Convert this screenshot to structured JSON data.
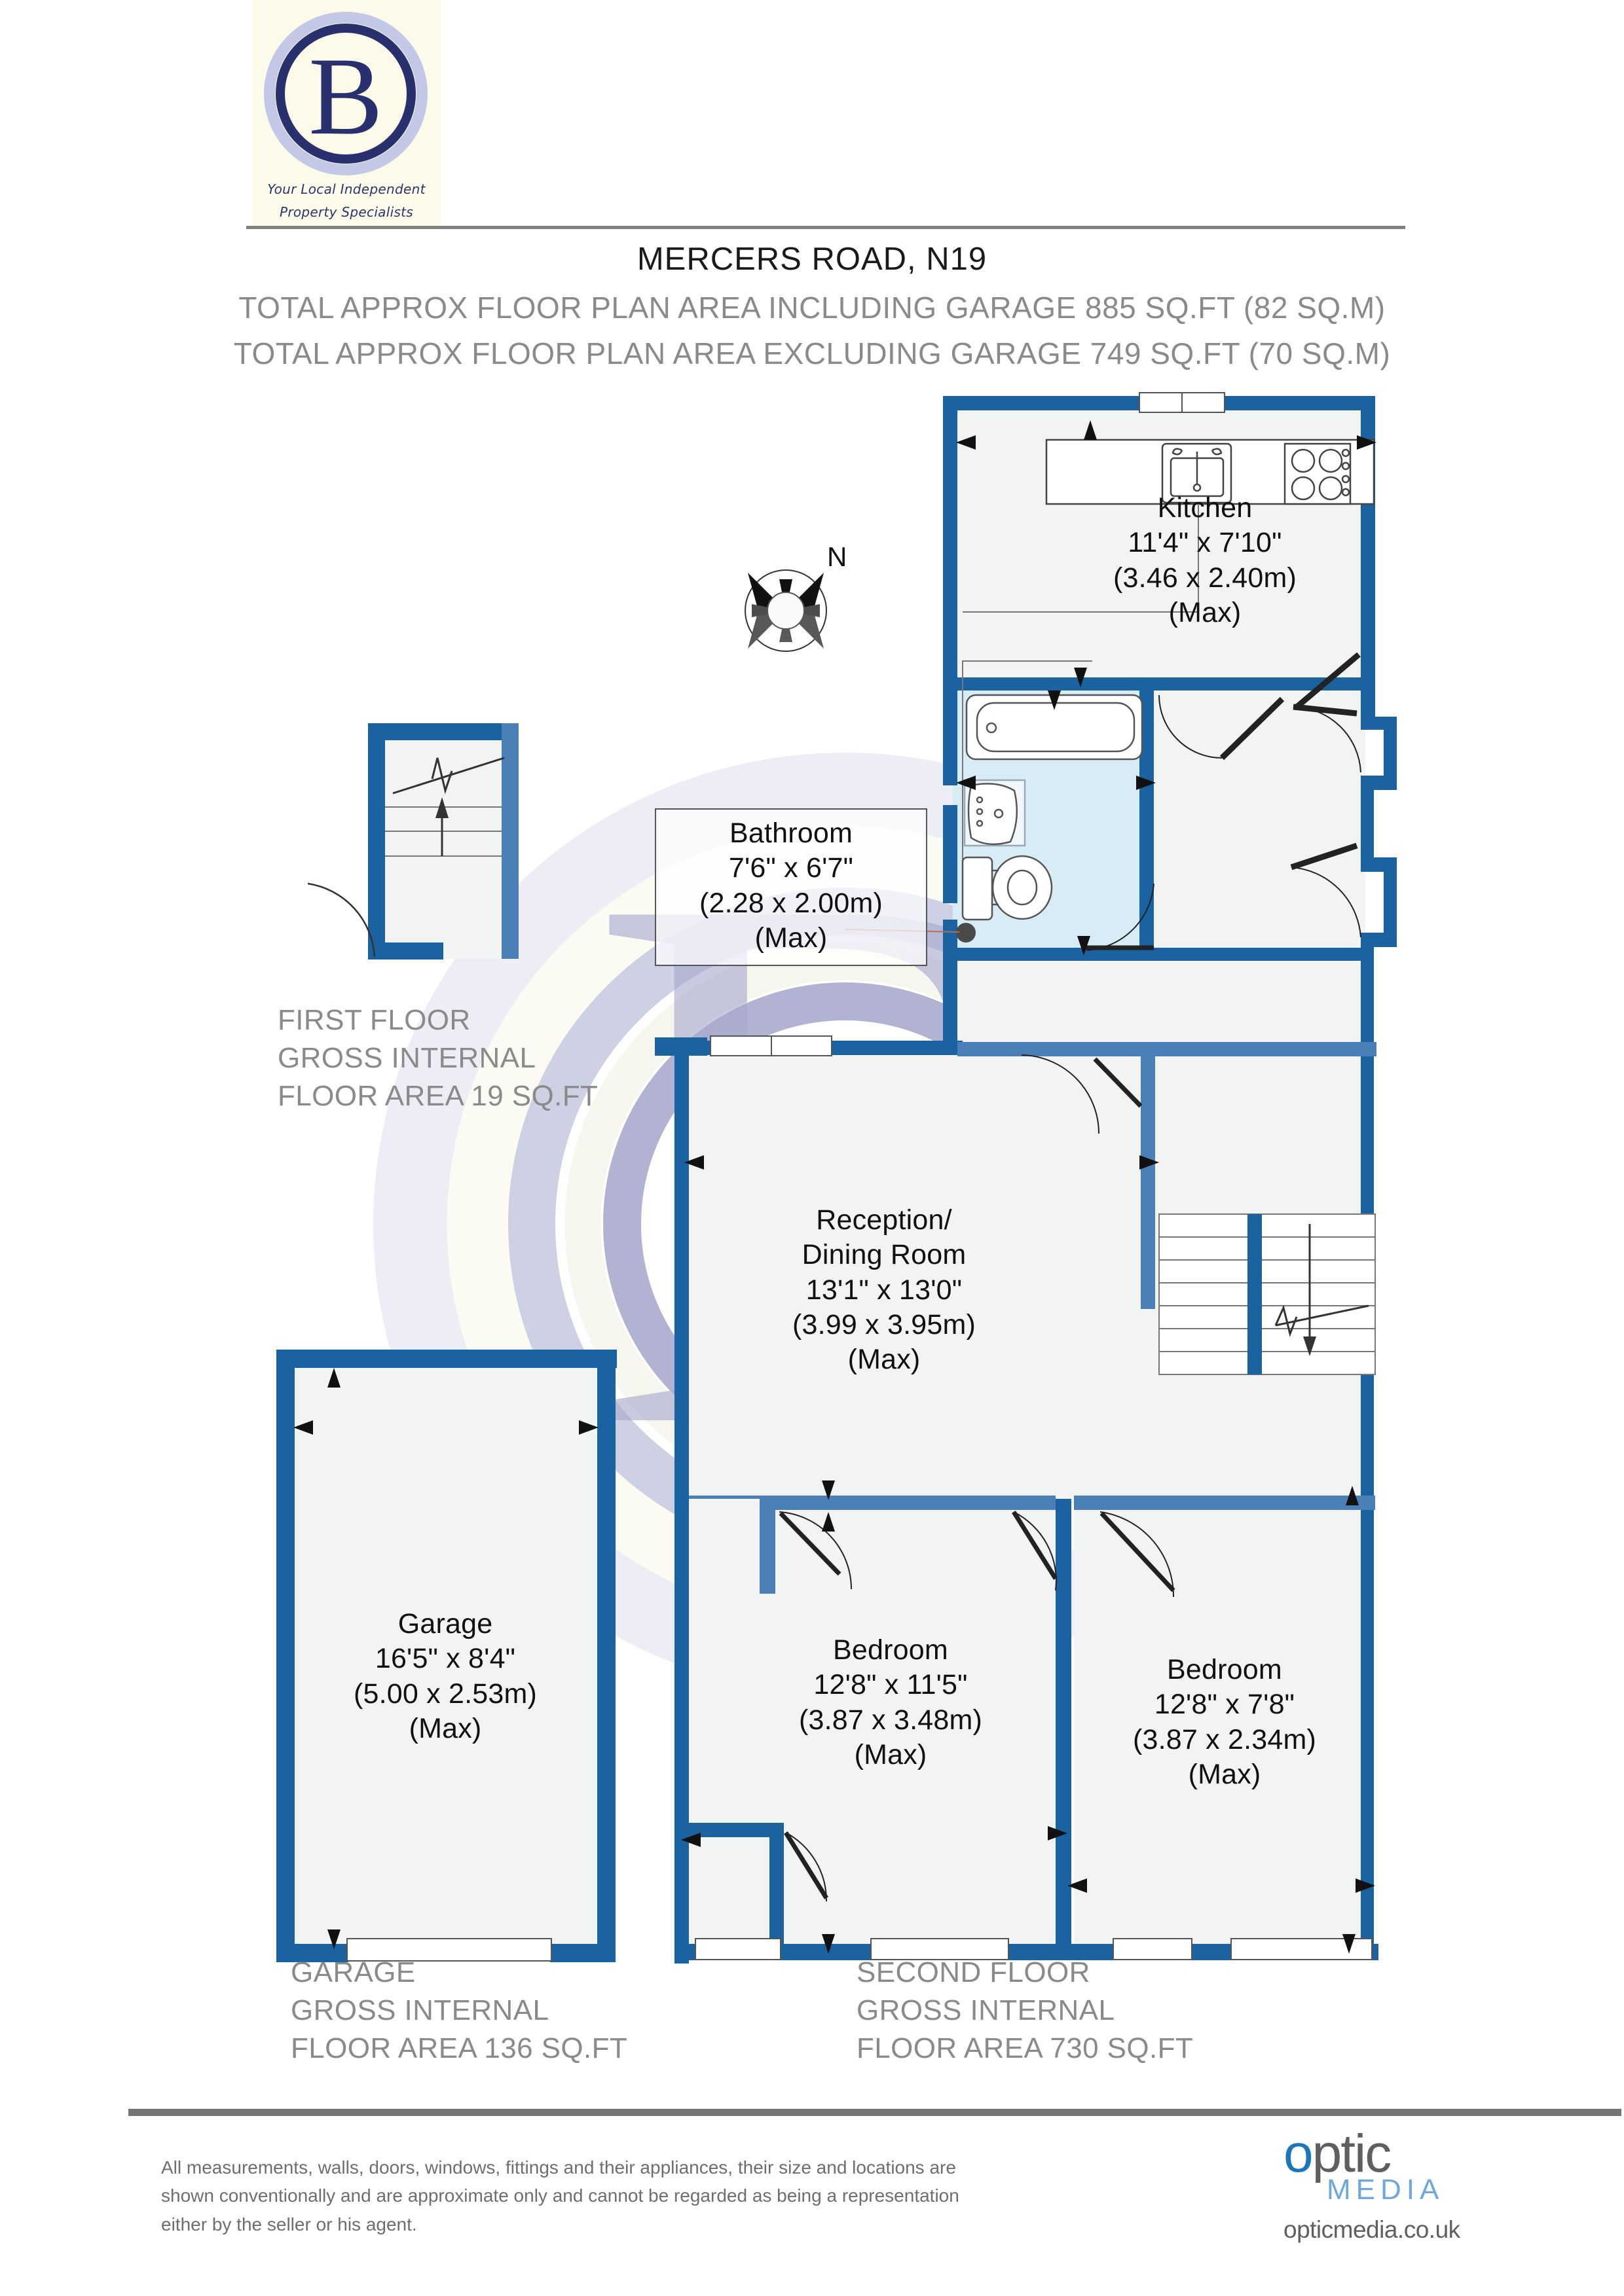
{
  "brand": {
    "letter": "B",
    "tagline_line1": "Your Local Independent",
    "tagline_line2": "Property Specialists",
    "logo_bg": "#fcfae8",
    "navy": "#28306e"
  },
  "header": {
    "address": "MERCERS ROAD, N19",
    "total_including_garage": "TOTAL APPROX FLOOR PLAN AREA INCLUDING GARAGE 885 SQ.FT (82 SQ.M)",
    "total_excluding_garage": "TOTAL APPROX FLOOR PLAN AREA EXCLUDING GARAGE 749 SQ.FT (70 SQ.M)"
  },
  "compass": {
    "north_label": "N"
  },
  "colors": {
    "wall": "#1a63a0",
    "wall_dark": "#17558c",
    "room_fill": "#f2f3f3",
    "bathroom_fill": "#d8ecf5",
    "watermark": "#9a9ac4",
    "caption_grey": "#8a8a8a",
    "rule_grey": "#757575",
    "optic_blue": "#1b76bc"
  },
  "rooms": [
    {
      "key": "kitchen",
      "name": "Kitchen",
      "imperial": "11'4\" x 7'10\"",
      "metric": "(3.46 x 2.40m)",
      "qualifier": "(Max)",
      "label": "Kitchen\n11'4\" x 7'10\"\n(3.46 x 2.40m)\n(Max)"
    },
    {
      "key": "bathroom",
      "name": "Bathroom",
      "imperial": "7'6\" x 6'7\"",
      "metric": "(2.28 x 2.00m)",
      "qualifier": "(Max)",
      "label": "Bathroom\n7'6\" x 6'7\"\n(2.28 x 2.00m)\n(Max)"
    },
    {
      "key": "reception_dining",
      "name": "Reception/ Dining Room",
      "imperial": "13'1\" x 13'0\"",
      "metric": "(3.99 x 3.95m)",
      "qualifier": "(Max)",
      "label": "Reception/\nDining Room\n13'1\" x 13'0\"\n(3.99 x 3.95m)\n(Max)"
    },
    {
      "key": "garage",
      "name": "Garage",
      "imperial": "16'5\" x 8'4\"",
      "metric": "(5.00 x 2.53m)",
      "qualifier": "(Max)",
      "label": "Garage\n16'5\" x 8'4\"\n(5.00 x 2.53m)\n(Max)"
    },
    {
      "key": "bedroom_1",
      "name": "Bedroom",
      "imperial": "12'8\" x 11'5\"",
      "metric": "(3.87 x 3.48m)",
      "qualifier": "(Max)",
      "label": "Bedroom\n12'8\" x 11'5\"\n(3.87 x 3.48m)\n(Max)"
    },
    {
      "key": "bedroom_2",
      "name": "Bedroom",
      "imperial": "12'8\" x 7'8\"",
      "metric": "(3.87 x 2.34m)",
      "qualifier": "(Max)",
      "label": "Bedroom\n12'8\" x 7'8\"\n(3.87 x 2.34m)\n(Max)"
    }
  ],
  "floor_captions": [
    {
      "key": "first_floor",
      "title": "FIRST FLOOR",
      "line2": "GROSS INTERNAL",
      "line3": "FLOOR AREA 19 SQ.FT",
      "text": "FIRST FLOOR\nGROSS INTERNAL\nFLOOR AREA 19 SQ.FT"
    },
    {
      "key": "garage",
      "title": "GARAGE",
      "line2": "GROSS INTERNAL",
      "line3": "FLOOR AREA 136 SQ.FT",
      "text": "GARAGE\nGROSS INTERNAL\nFLOOR AREA 136 SQ.FT"
    },
    {
      "key": "second_floor",
      "title": "SECOND FLOOR",
      "line2": "GROSS INTERNAL",
      "line3": "FLOOR AREA 730 SQ.FT",
      "text": "SECOND FLOOR\nGROSS INTERNAL\nFLOOR AREA 730 SQ.FT"
    }
  ],
  "footer": {
    "disclaimer": "All measurements, walls, doors, windows, fittings and their appliances, their size and locations are\nshown conventionally and are approximate only and cannot be regarded as being a representation\neither by the seller or his agent.",
    "optic_word_a": "o",
    "optic_word_b": "ptic",
    "optic_media": "MEDIA",
    "optic_url": "opticmedia.co.uk"
  }
}
